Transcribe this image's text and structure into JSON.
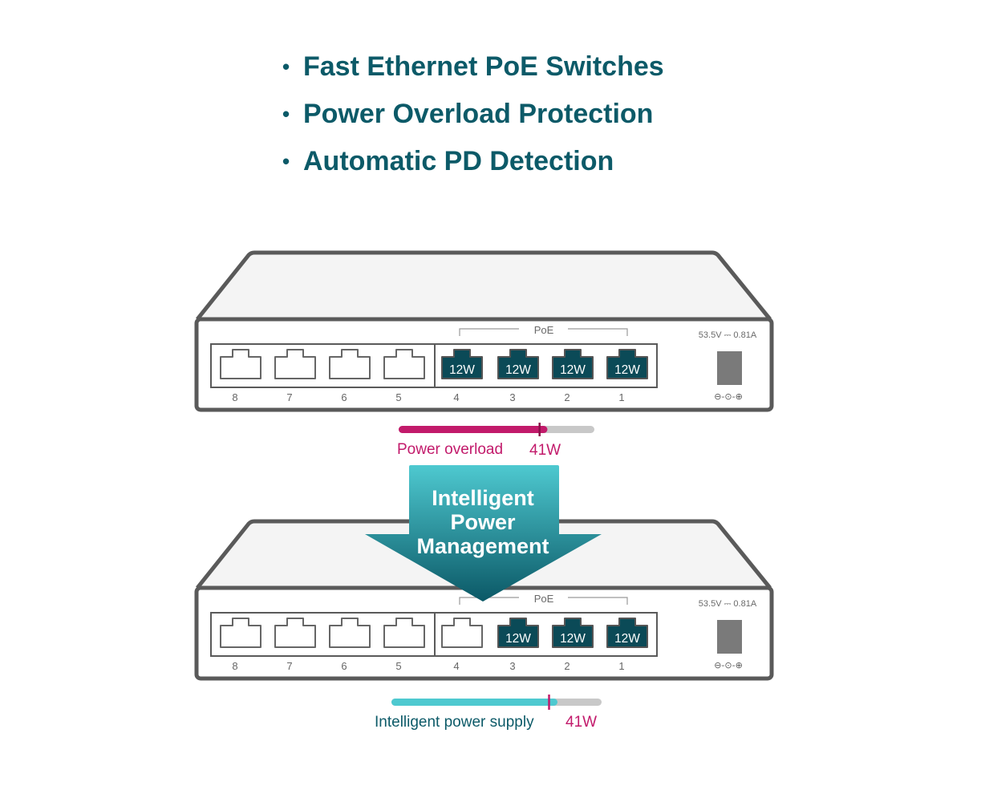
{
  "bullets": [
    "Fast Ethernet PoE Switches",
    "Power Overload Protection",
    "Automatic PD Detection"
  ],
  "switch": {
    "poe_label": "PoE",
    "rating_label": "53.5V ⎓ 0.81A",
    "dc_symbol": "⊖-⊙-⊕",
    "port_numbers": [
      "8",
      "7",
      "6",
      "5",
      "4",
      "3",
      "2",
      "1"
    ],
    "poe_port_label": "12W"
  },
  "top_switch": {
    "powered_ports": [
      "4",
      "3",
      "2",
      "1"
    ]
  },
  "bottom_switch": {
    "powered_ports": [
      "3",
      "2",
      "1"
    ]
  },
  "overload_bar": {
    "label": "Power overload",
    "limit_label": "41W",
    "fill_fraction": 0.76,
    "limit_fraction": 0.72,
    "color": "#c21a6b"
  },
  "supply_bar": {
    "label": "Intelligent power supply",
    "limit_label": "41W",
    "fill_fraction": 0.79,
    "limit_fraction": 0.75,
    "color": "#4ec9d0"
  },
  "arrow": {
    "lines": [
      "Intelligent",
      "Power",
      "Management"
    ]
  },
  "colors": {
    "heading": "#0c5a68",
    "port_fill": "#0b4a57",
    "outline": "#5a5a5a",
    "overload": "#c21a6b",
    "supply": "#4ec9d0",
    "arrow_top": "#4ec9d0",
    "arrow_bottom": "#0b5866"
  }
}
